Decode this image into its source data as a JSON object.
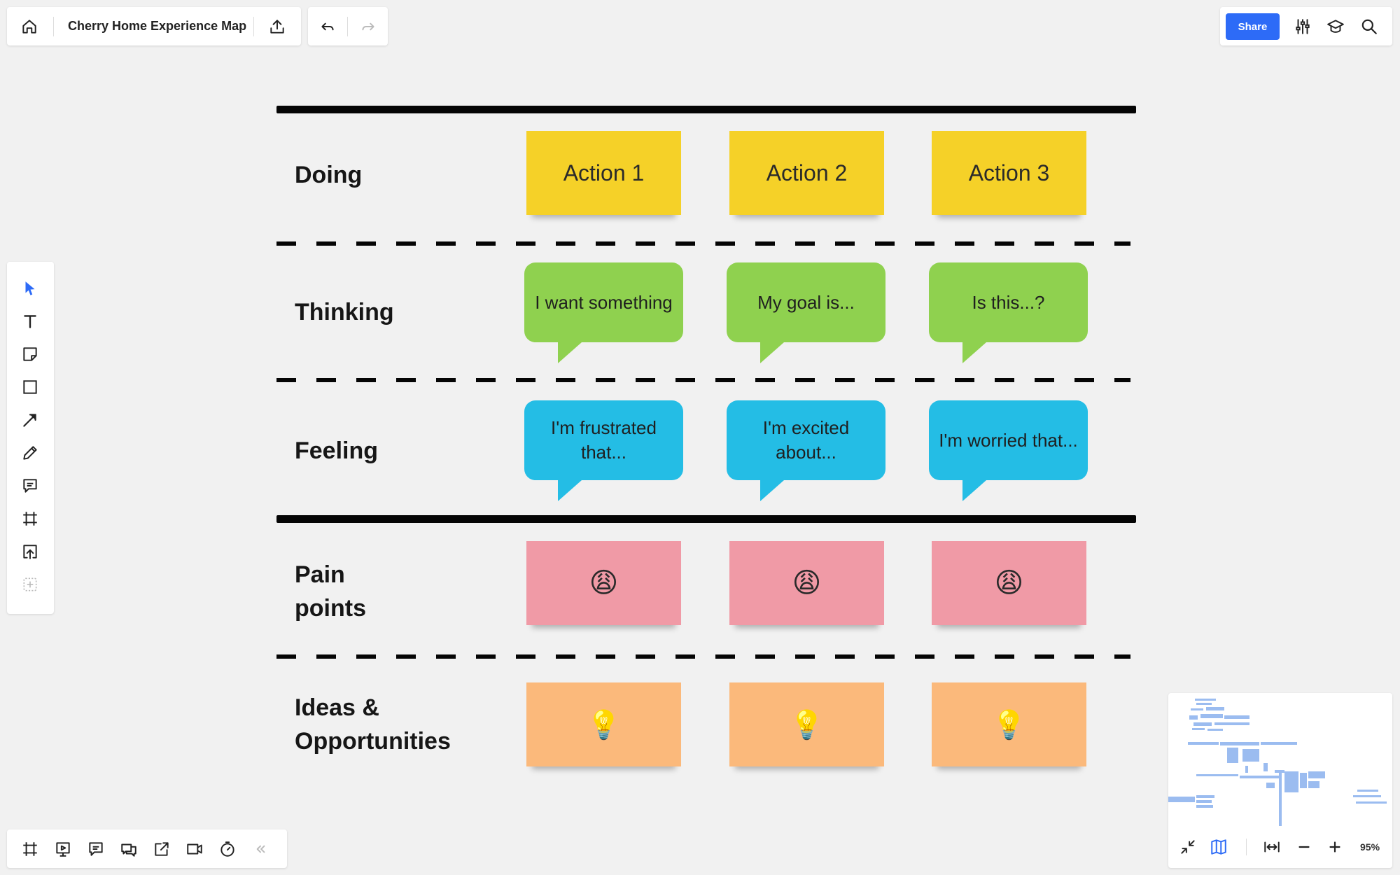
{
  "header": {
    "board_title": "Cherry Home Experience Map",
    "share_label": "Share"
  },
  "board": {
    "rows": [
      {
        "label": "Doing",
        "type": "sticky",
        "color": "#f5d128",
        "items": [
          "Action 1",
          "Action 2",
          "Action 3"
        ]
      },
      {
        "label": "Thinking",
        "type": "speech-bubble",
        "color": "#8fd14f",
        "items": [
          "I want something",
          "My goal is...",
          "Is this...?"
        ]
      },
      {
        "label": "Feeling",
        "type": "speech-bubble",
        "color": "#24bde5",
        "items": [
          "I'm frustrated that...",
          "I'm excited about...",
          "I'm worried that..."
        ]
      },
      {
        "label": "Pain\npoints",
        "type": "sticky",
        "color": "#f09aa6",
        "items": [
          "😩",
          "😩",
          "😩"
        ]
      },
      {
        "label": "Ideas &\nOpportunities",
        "type": "sticky",
        "color": "#fbb97b",
        "items": [
          "💡",
          "💡",
          "💡"
        ]
      }
    ]
  },
  "minimap": {
    "zoom": "95%"
  },
  "colors": {
    "accent": "#2d6bf7",
    "select_tool": "#2d6bf7"
  }
}
